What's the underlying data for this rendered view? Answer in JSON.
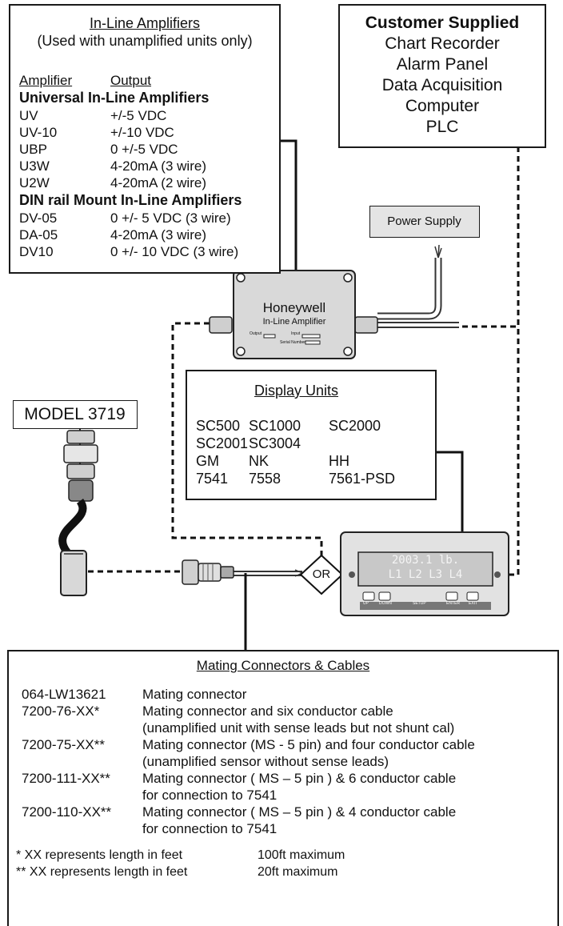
{
  "amplifiers": {
    "title": "In-Line Amplifiers",
    "subtitle": "(Used with unamplified units only)",
    "col_amplifier": "Amplifier",
    "col_output": "Output",
    "section_universal": "Universal In-Line Amplifiers",
    "universal": [
      {
        "name": "UV",
        "output": "+/-5 VDC"
      },
      {
        "name": "UV-10",
        "output": "+/-10 VDC"
      },
      {
        "name": "UBP",
        "output": "0 +/-5 VDC"
      },
      {
        "name": "U3W",
        "output": "4-20mA (3 wire)"
      },
      {
        "name": "U2W",
        "output": "4-20mA (2 wire)"
      }
    ],
    "section_din": "DIN rail Mount In-Line Amplifiers",
    "din": [
      {
        "name": "DV-05",
        "output": "0 +/- 5 VDC (3 wire)"
      },
      {
        "name": "DA-05",
        "output": "4-20mA (3 wire)"
      },
      {
        "name": "DV10",
        "output": "0 +/- 10 VDC (3 wire)"
      }
    ]
  },
  "customer": {
    "title": "Customer Supplied",
    "items": [
      "Chart Recorder",
      "Alarm Panel",
      "Data Acquisition",
      "Computer",
      "PLC"
    ]
  },
  "power_supply": "Power Supply",
  "amplifier_device": {
    "brand": "Honeywell",
    "label": "In-Line Amplifier",
    "output_label": "Output",
    "input_label": "Input",
    "serial_label": "Serial Number"
  },
  "display_units": {
    "title": "Display Units",
    "rows": [
      [
        "SC500",
        "SC1000",
        "SC2000"
      ],
      [
        "SC2001",
        "SC3004",
        ""
      ],
      [
        "GM",
        "NK",
        "HH"
      ],
      [
        "7541",
        "7558",
        "7561-PSD"
      ]
    ]
  },
  "model": "MODEL 3719",
  "or_label": "OR",
  "display_device": {
    "line1": "2003.1 lb.",
    "line2": "L1 L2 L3 L4",
    "buttons": [
      "UP",
      "DOWN",
      "SETUP",
      "ENTER",
      "EXIT"
    ]
  },
  "mating": {
    "title": "Mating Connectors & Cables",
    "items": [
      {
        "part": "064-LW13621",
        "desc": [
          "Mating connector"
        ]
      },
      {
        "part": "7200-76-XX*",
        "desc": [
          "Mating connector and six conductor cable",
          "(unamplified unit with sense leads but not shunt cal)"
        ]
      },
      {
        "part": "7200-75-XX**",
        "desc": [
          "Mating connector (MS - 5 pin) and four conductor cable",
          "(unamplified sensor without sense leads)"
        ]
      },
      {
        "part": "7200-111-XX**",
        "desc": [
          "Mating connector ( MS – 5 pin ) & 6 conductor cable",
          "for connection to 7541"
        ]
      },
      {
        "part": "7200-110-XX**",
        "desc": [
          "Mating connector ( MS – 5 pin ) & 4 conductor cable",
          "for connection to 7541"
        ]
      }
    ],
    "notes": [
      {
        "left": "*  XX represents length in feet",
        "right": "100ft maximum"
      },
      {
        "left": "** XX represents length in feet",
        "right": "20ft maximum"
      }
    ]
  }
}
